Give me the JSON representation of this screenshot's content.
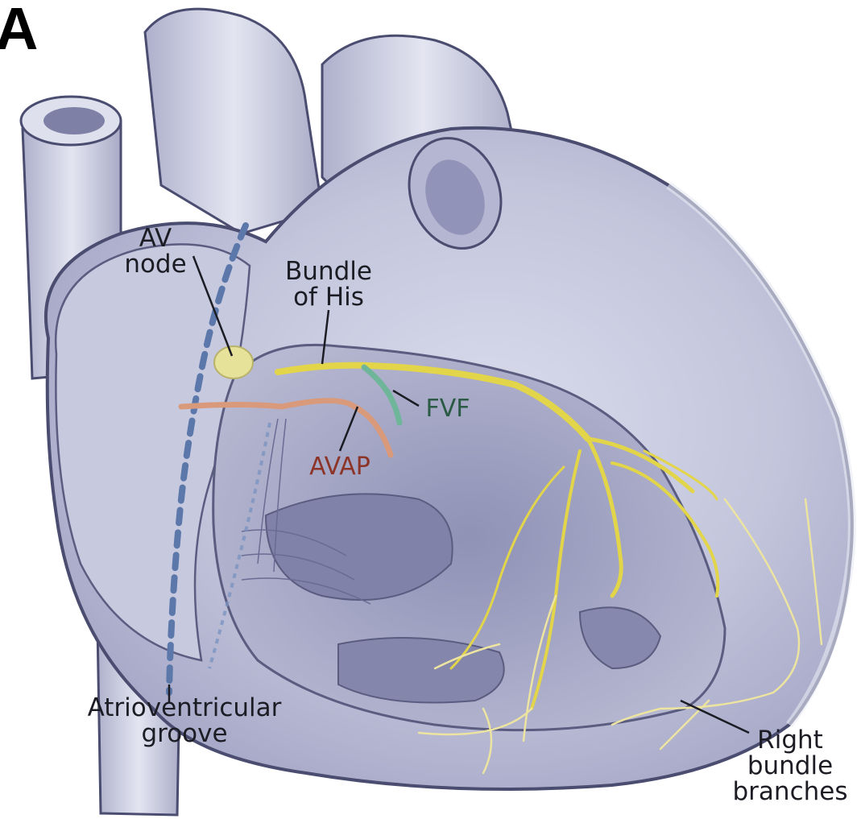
{
  "panel_letter": "A",
  "labels": {
    "bundle_of_his": "Bundle\nof His",
    "av_node": "AV\nnode",
    "fvf": "FVF",
    "avap": "AVAP",
    "av_groove": "Atrioventricular\ngroove",
    "right_bundle": "Right\nbundle\nbranches"
  },
  "colors": {
    "heart_fill": "#c9cbe0",
    "heart_shadow": "#9a9cc0",
    "heart_outline": "#4a4c70",
    "conduction": "#e2d54a",
    "av_node": "#e6e29a",
    "fvf": "#6fb59a",
    "avap": "#d99a7c",
    "groove_dash": "#5c78aa"
  }
}
